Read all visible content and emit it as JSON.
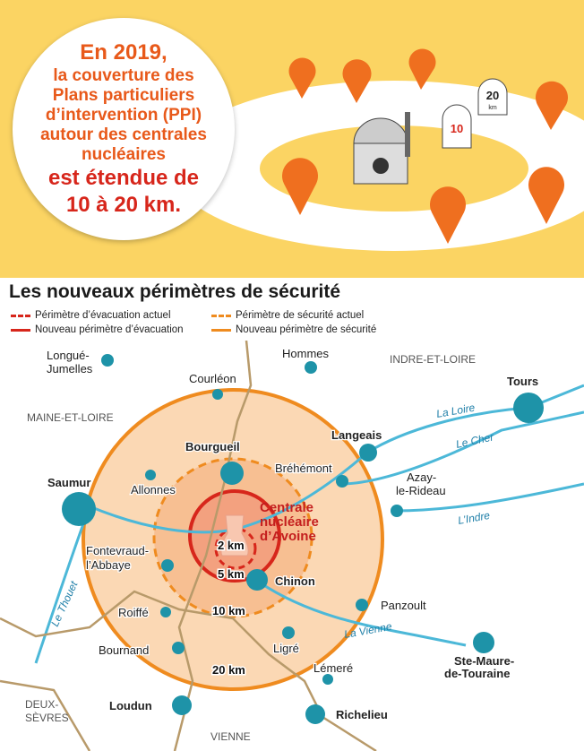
{
  "header": {
    "lines": [
      "En 2019,",
      "la couverture des",
      "Plans particuliers",
      "d’intervention (PPI)",
      "autour des centrales",
      "nucléaires"
    ],
    "highlight": [
      "est étendue de",
      "10 à 20 km."
    ],
    "milestones": [
      "10",
      "20"
    ],
    "milestone_unit": "km"
  },
  "title": "Les nouveaux périmètres de sécurité",
  "legend": [
    {
      "label": "Périmètre d’évacuation actuel",
      "color": "#d7261b",
      "style": "dashed"
    },
    {
      "label": "Nouveau périmètre d’évacuation",
      "color": "#d7261b",
      "style": "solid"
    },
    {
      "label": "Périmètre de sécurité actuel",
      "color": "#ef8b1f",
      "style": "dashed"
    },
    {
      "label": "Nouveau périmètre de sécurité",
      "color": "#ef8b1f",
      "style": "solid"
    }
  ],
  "map": {
    "plant": [
      "Centrale",
      "nucléaire",
      "d’Avoine"
    ],
    "radii": [
      "2 km",
      "5 km",
      "10 km",
      "20 km"
    ],
    "regions": [
      "INDRE-ET-LOIRE",
      "MAINE-ET-LOIRE",
      "DEUX-",
      "SÈVRES",
      "VIENNE"
    ],
    "rivers": [
      "La Loire",
      "Le Cher",
      "L’Indre",
      "La Vienne",
      "Le Thouet"
    ],
    "towns": [
      "Longué-",
      "Jumelles",
      "Hommes",
      "Courléon",
      "Tours",
      "Bourgueil",
      "Langeais",
      "Bréhémont",
      "Azay-",
      "le-Rideau",
      "Saumur",
      "Allonnes",
      "Fontevraud-",
      "l’Abbaye",
      "Chinon",
      "Panzoult",
      "Roiffé",
      "Bournand",
      "Ligré",
      "Lémeré",
      "Ste-Maure-",
      "de-Touraine",
      "Loudun",
      "Richelieu"
    ]
  },
  "colors": {
    "accent": "#e8591a",
    "red": "#d7261b",
    "orange": "#ef8b1f",
    "dot": "#1e93a8",
    "yellow": "#fbd463"
  }
}
